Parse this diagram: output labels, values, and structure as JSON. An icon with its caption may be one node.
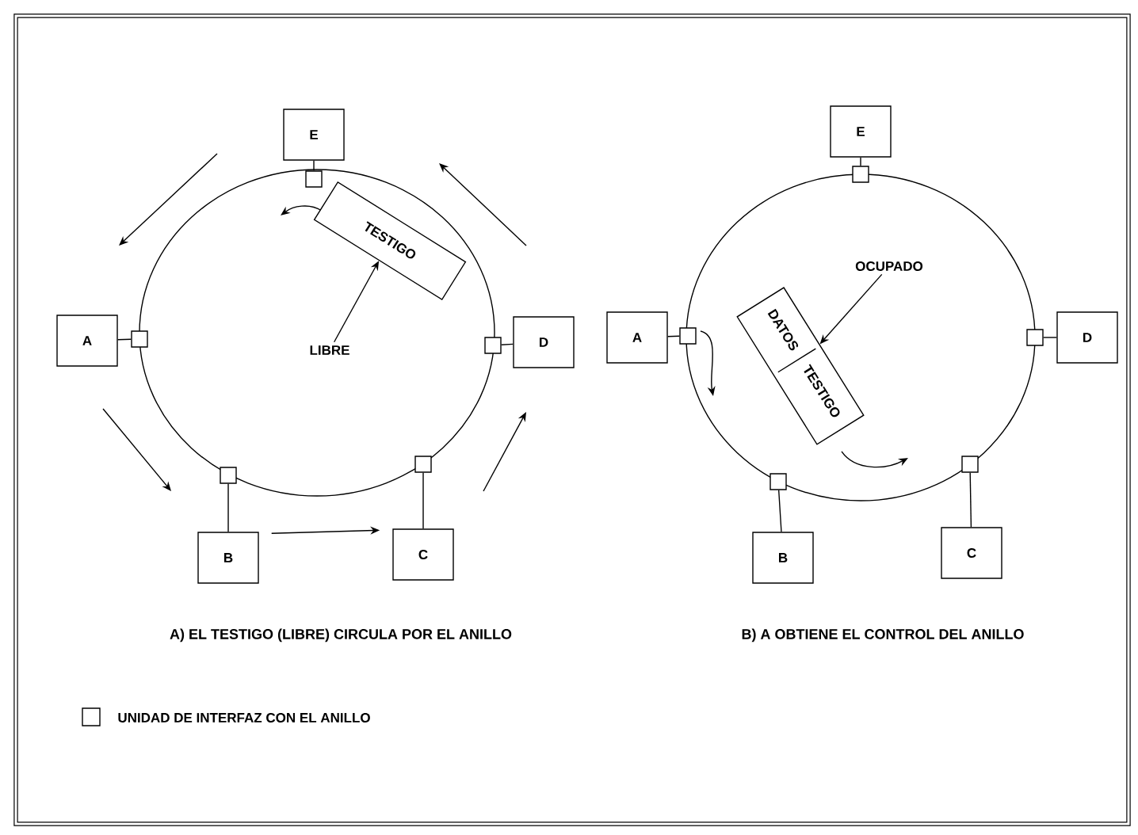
{
  "diagram": {
    "nodes": [
      {
        "text": [
          "E"
        ]
      },
      {
        "text": [],
        "shape": "box"
      },
      {
        "text": [
          "A"
        ]
      },
      {
        "text": [],
        "shape": "box"
      },
      {
        "text": [
          "D"
        ]
      },
      {
        "text": [],
        "shape": "box"
      },
      {
        "text": [
          "B"
        ]
      },
      {
        "text": [],
        "shape": "box"
      },
      {
        "text": [
          "C"
        ]
      },
      {
        "text": [],
        "shape": "box"
      },
      {
        "text": [
          "TESTIGO"
        ]
      },
      {
        "text": [
          "LIBRE"
        ]
      },
      {
        "text": [
          "E"
        ]
      },
      {
        "text": [],
        "shape": "box"
      },
      {
        "text": [
          "A"
        ]
      },
      {
        "text": [],
        "shape": "box"
      },
      {
        "text": [
          "D"
        ]
      },
      {
        "text": [],
        "shape": "box"
      },
      {
        "text": [
          "B"
        ]
      },
      {
        "text": [],
        "shape": "box"
      },
      {
        "text": [
          "C"
        ]
      },
      {
        "text": [],
        "shape": "box"
      },
      {
        "text": [
          "DATOS",
          "TESTIGO"
        ]
      },
      {
        "text": [
          "OCUPADO"
        ]
      }
    ],
    "edges": [
      {
        "from": 0,
        "to": 1,
        "arrow": "none"
      },
      {
        "from": 2,
        "to": 3,
        "arrow": "none"
      },
      {
        "from": 4,
        "to": 5,
        "arrow": "none"
      },
      {
        "from": 6,
        "to": 7,
        "arrow": "none"
      },
      {
        "from": 8,
        "to": 9,
        "arrow": "none"
      },
      {
        "from": 11,
        "to": 10,
        "arrow": "to"
      },
      {
        "from": 6,
        "to": 8,
        "arrow": "to"
      },
      {
        "from": 12,
        "to": 13,
        "arrow": "none"
      },
      {
        "from": 14,
        "to": 15,
        "arrow": "none"
      },
      {
        "from": 16,
        "to": 17,
        "arrow": "none"
      },
      {
        "from": 18,
        "to": 19,
        "arrow": "none"
      },
      {
        "from": 20,
        "to": 21,
        "arrow": "none"
      },
      {
        "from": 23,
        "to": 22,
        "arrow": "to"
      }
    ],
    "labels": [
      "A) EL TESTIGO (LIBRE) CIRCULA POR EL ANILLO",
      "B) A OBTIENE EL CONTROL DEL ANILLO"
    ],
    "legend": [
      {
        "text": "UNIDAD DE INTERFAZ CON EL ANILLO"
      }
    ]
  }
}
